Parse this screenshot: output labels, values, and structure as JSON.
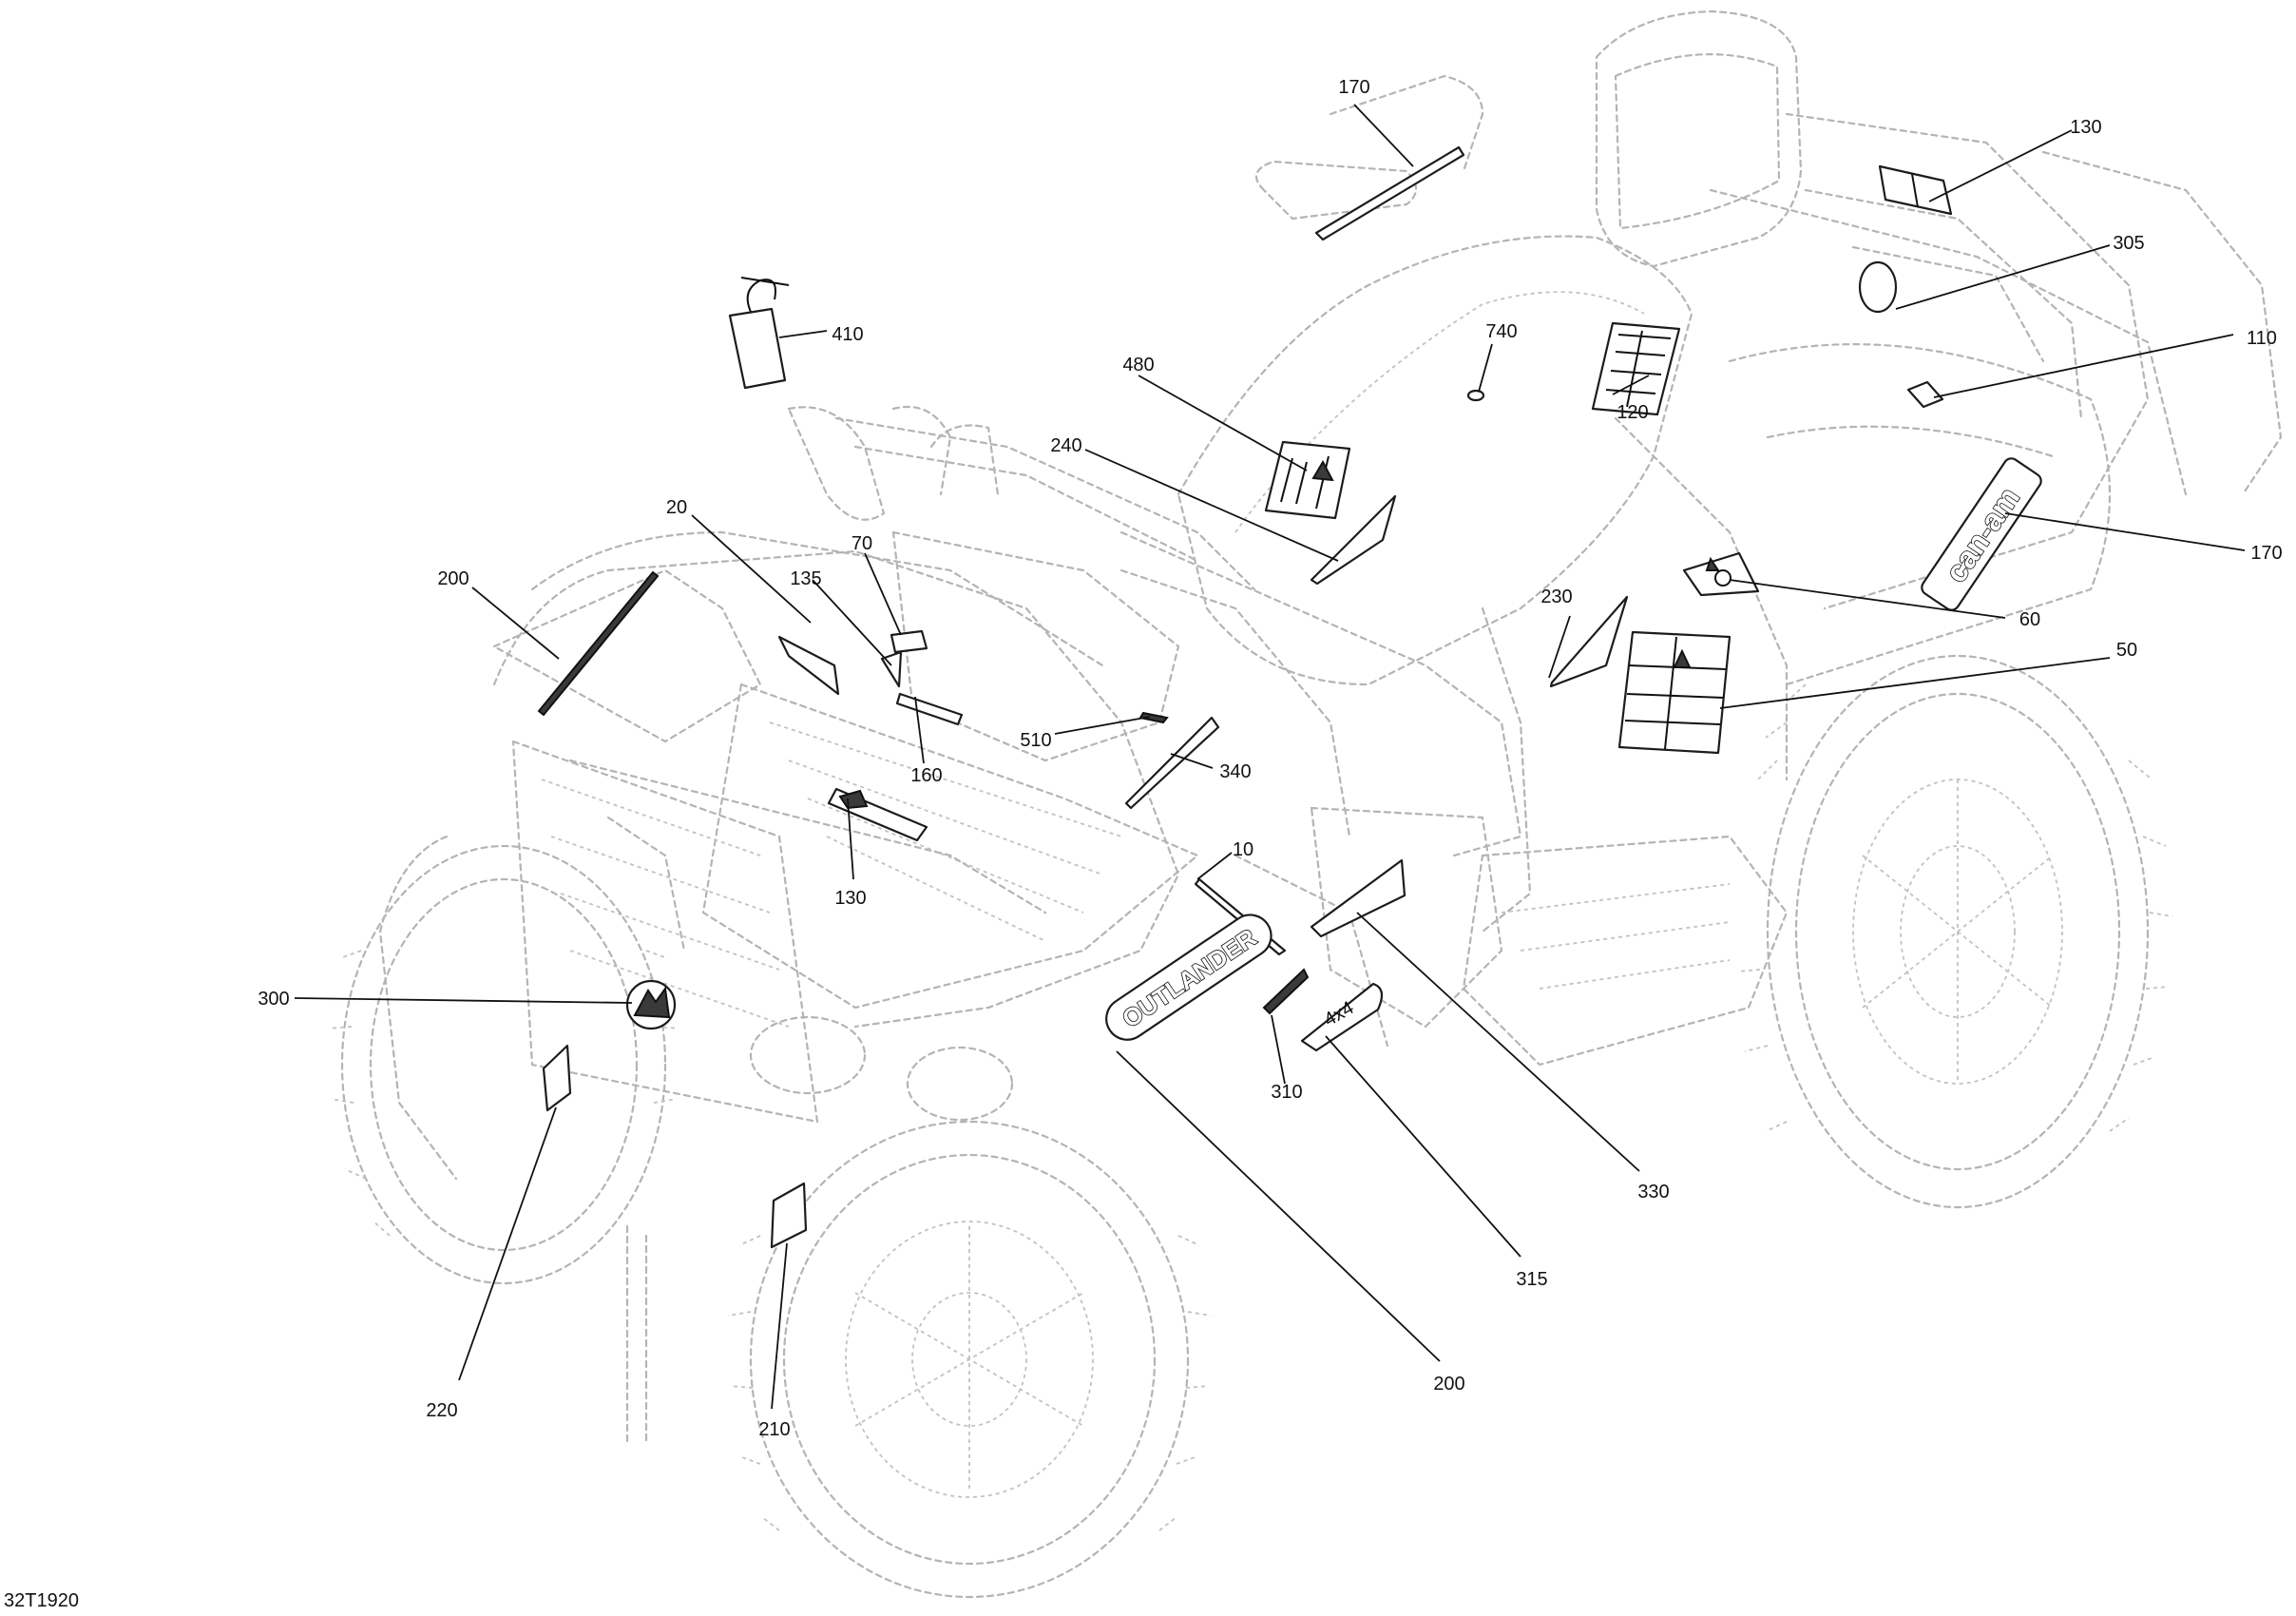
{
  "diagram": {
    "reference_code": "32T1920",
    "callouts": [
      {
        "id": "c170a",
        "label": "170"
      },
      {
        "id": "c130a",
        "label": "130"
      },
      {
        "id": "c305",
        "label": "305"
      },
      {
        "id": "c110",
        "label": "110"
      },
      {
        "id": "c740",
        "label": "740"
      },
      {
        "id": "c120",
        "label": "120"
      },
      {
        "id": "c410",
        "label": "410"
      },
      {
        "id": "c480",
        "label": "480"
      },
      {
        "id": "c240",
        "label": "240"
      },
      {
        "id": "c170b",
        "label": "170"
      },
      {
        "id": "c20",
        "label": "20"
      },
      {
        "id": "c200a",
        "label": "200"
      },
      {
        "id": "c135",
        "label": "135"
      },
      {
        "id": "c70",
        "label": "70"
      },
      {
        "id": "c230",
        "label": "230"
      },
      {
        "id": "c60",
        "label": "60"
      },
      {
        "id": "c50",
        "label": "50"
      },
      {
        "id": "c510",
        "label": "510"
      },
      {
        "id": "c160",
        "label": "160"
      },
      {
        "id": "c340",
        "label": "340"
      },
      {
        "id": "c130b",
        "label": "130"
      },
      {
        "id": "c10",
        "label": "10"
      },
      {
        "id": "c300",
        "label": "300"
      },
      {
        "id": "c310",
        "label": "310"
      },
      {
        "id": "c330",
        "label": "330"
      },
      {
        "id": "c315",
        "label": "315"
      },
      {
        "id": "c200b",
        "label": "200"
      },
      {
        "id": "c220",
        "label": "220"
      },
      {
        "id": "c210",
        "label": "210"
      }
    ],
    "decal_text": {
      "outlander": "OUTLANDER",
      "can_am": "can-am",
      "fourxfour": "4x4"
    }
  }
}
